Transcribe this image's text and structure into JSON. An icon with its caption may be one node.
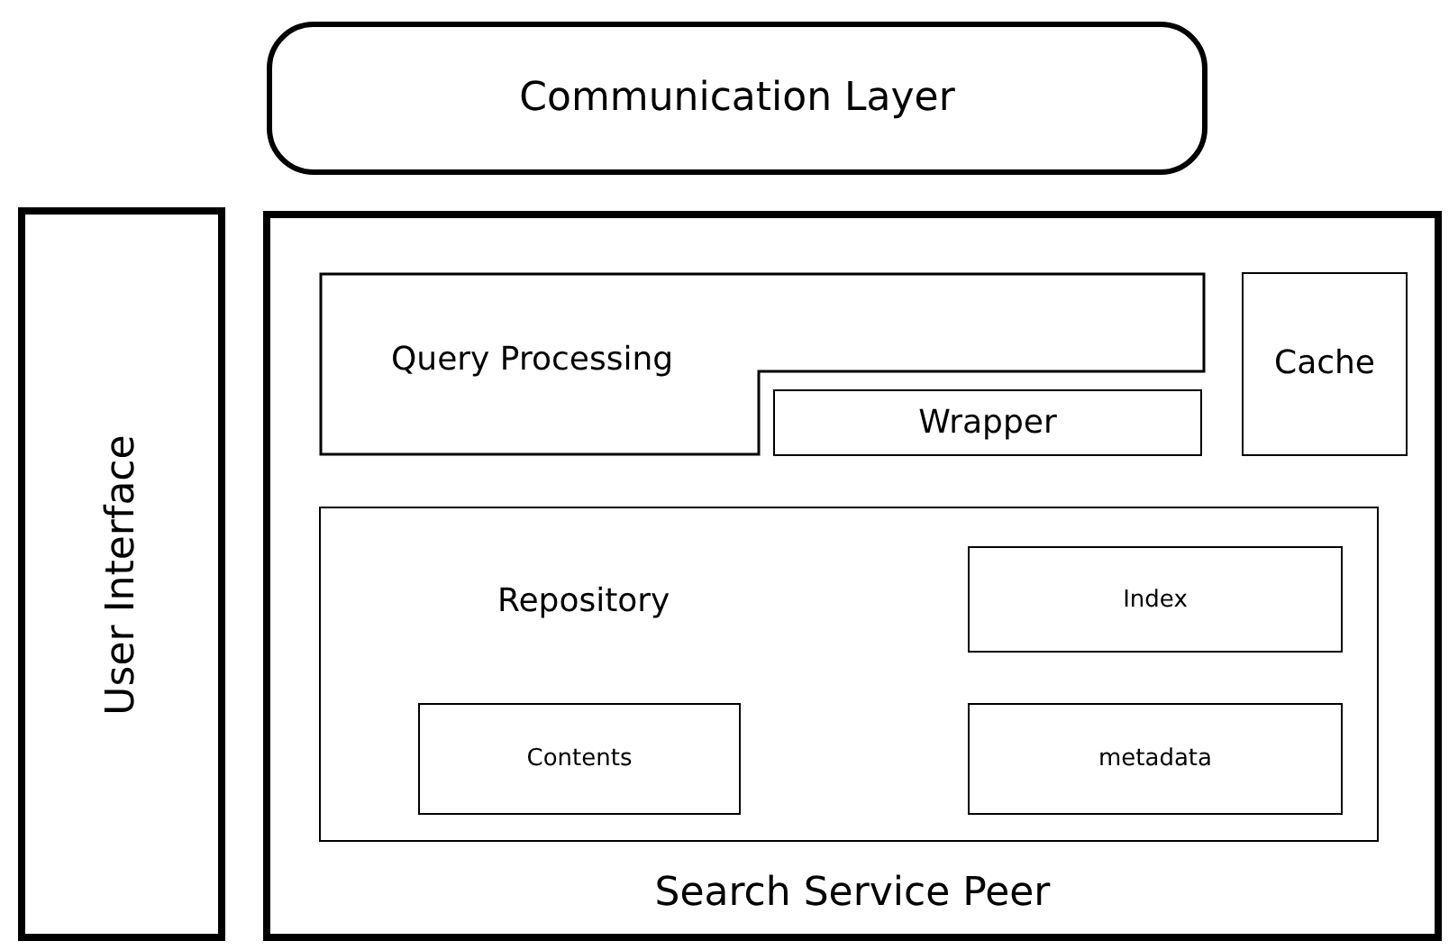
{
  "diagram": {
    "nodes": [
      {
        "text": [
          "Communication Layer"
        ]
      },
      {
        "text": [
          "User Interface"
        ]
      },
      {
        "text": [
          "Search Service Peer"
        ]
      },
      {
        "text": [
          "Query Processing"
        ],
        "in": 2
      },
      {
        "text": [
          "Wrapper"
        ],
        "in": 3
      },
      {
        "text": [
          "Cache"
        ],
        "in": 2
      },
      {
        "text": [
          "Repository"
        ],
        "in": 2
      },
      {
        "text": [
          "Index"
        ],
        "in": 6
      },
      {
        "text": [
          "Contents"
        ],
        "in": 6
      },
      {
        "text": [
          "metadata"
        ],
        "in": 6
      }
    ],
    "edges": []
  }
}
